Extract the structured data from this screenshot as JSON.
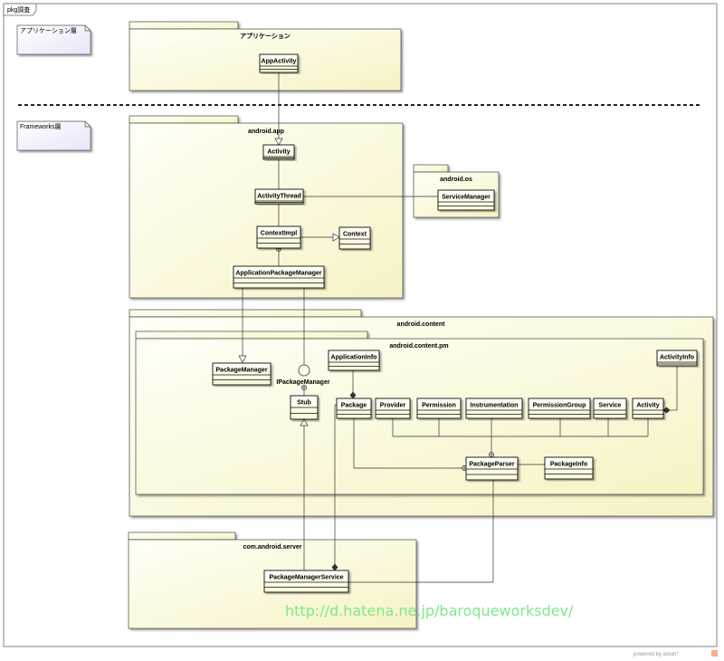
{
  "frame": {
    "title": "pkg調査"
  },
  "notes": {
    "app_layer": "アプリケーション層",
    "frameworks_layer": "Frameworks層"
  },
  "packages": {
    "application": "アプリケーション",
    "android_app": "android.app",
    "android_os": "android.os",
    "android_content": "android.content",
    "android_content_pm": "android.content.pm",
    "com_android_server": "com.android.server"
  },
  "classes": {
    "app_activity": "AppActivity",
    "activity": "Activity",
    "activity_thread": "ActivityThread",
    "context_impl": "ContextImpl",
    "context": "Context",
    "application_package_manager": "ApplicationPackageManager",
    "service_manager": "ServiceManager",
    "package_manager": "PackageManager",
    "stub": "Stub",
    "application_info": "ApplicationInfo",
    "activity_info": "ActivityInfo",
    "package": "Package",
    "provider": "Provider",
    "permission": "Permission",
    "instrumentation": "Instrumentation",
    "permission_group": "PermissionGroup",
    "service": "Service",
    "pm_activity": "Activity",
    "package_parser": "PackageParser",
    "package_info": "PackageInfo",
    "package_manager_service": "PackageManagerService"
  },
  "interface": {
    "ipackage_manager": "IPackageManager"
  },
  "watermark": "http://d.hatena.ne.jp/baroqueworksdev/",
  "footer": "powered by astah*",
  "colors": {
    "package_fill": "#fdfce2",
    "class_fill": "#fffff0",
    "note_fill": "#f0f0ff",
    "line": "#333333",
    "watermark": "#7ee88a"
  }
}
